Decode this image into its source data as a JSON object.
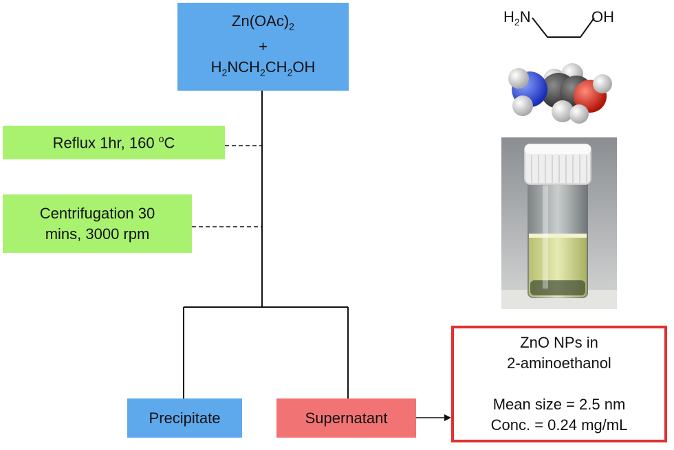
{
  "reactant": {
    "line1_main": "Zn(OAc)",
    "line1_sub": "2",
    "plus": "+",
    "formula": [
      {
        "t": "H"
      },
      {
        "s": "2"
      },
      {
        "t": "NCH"
      },
      {
        "s": "2"
      },
      {
        "t": "CH"
      },
      {
        "s": "2"
      },
      {
        "t": "OH"
      }
    ]
  },
  "steps": {
    "reflux_text": "Reflux 1hr, 160 ",
    "reflux_sup": "o",
    "reflux_unit": "C",
    "centrifugation_line1": "Centrifugation 30",
    "centrifugation_line2": "mins, 3000 rpm"
  },
  "products": {
    "precipitate": "Precipitate",
    "supernatant": "Supernatant"
  },
  "result": {
    "line1": "ZnO NPs in",
    "line2": "2-aminoethanol",
    "mean_size": "Mean size = 2.5 nm",
    "conc": "Conc. = 0.24 mg/mL"
  },
  "structure": {
    "left_group_main": "H",
    "left_group_sub": "2",
    "left_group_rest": "N",
    "right_group": "OH"
  },
  "colors": {
    "reactant_box": "#5ea9ec",
    "step_box": "#a9f270",
    "supernatant_box": "#f17373",
    "result_border": "#e23030"
  }
}
